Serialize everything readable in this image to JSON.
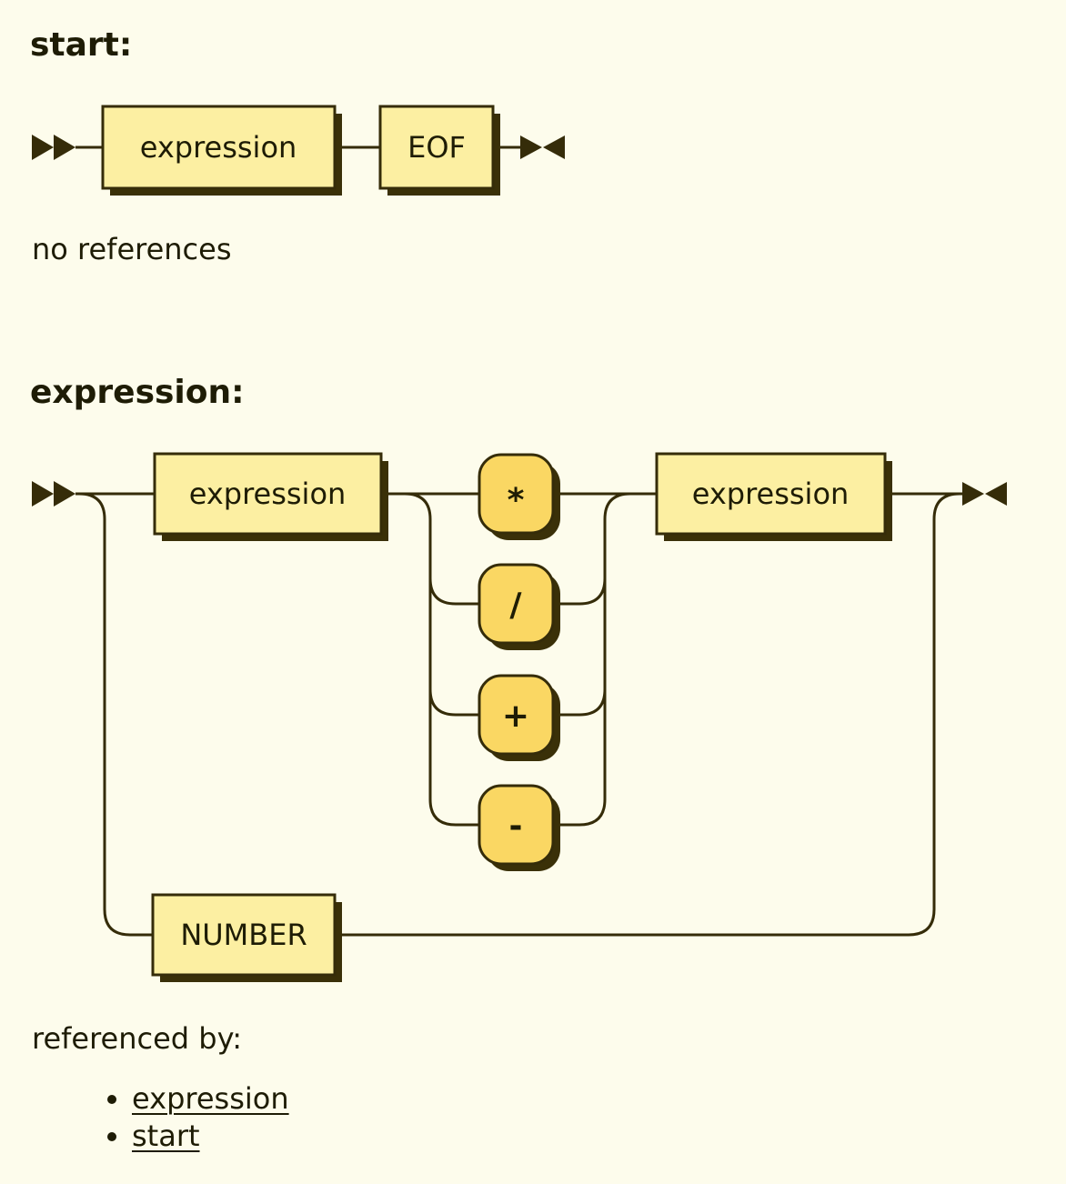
{
  "colors": {
    "background": "#FDFCEC",
    "line": "#352C09",
    "shadow": "#3A3008",
    "nonterminal_fill": "#FCEFA2",
    "terminal_fill": "#FAD763",
    "text": "#1E1C05"
  },
  "start_section": {
    "heading": "start:",
    "diagram": {
      "expression_label": "expression",
      "eof_label": "EOF"
    },
    "note": "no references"
  },
  "expression_section": {
    "heading": "expression:",
    "diagram": {
      "left_operand_label": "expression",
      "operator_star": "*",
      "operator_slash": "/",
      "operator_plus": "+",
      "operator_minus": "-",
      "right_operand_label": "expression",
      "number_label": "NUMBER"
    },
    "note": "referenced by:",
    "references": [
      {
        "label": "expression"
      },
      {
        "label": "start"
      }
    ]
  }
}
